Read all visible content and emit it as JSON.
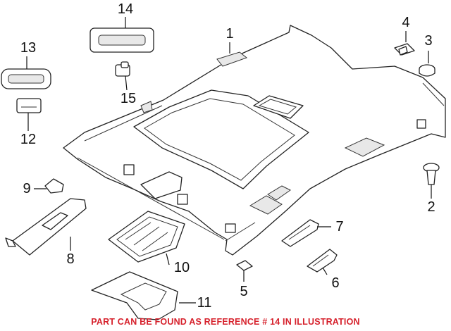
{
  "diagram": {
    "callouts": {
      "c1": "1",
      "c2": "2",
      "c3": "3",
      "c4": "4",
      "c5": "5",
      "c6": "6",
      "c7": "7",
      "c8": "8",
      "c9": "9",
      "c10": "10",
      "c11": "11",
      "c12": "12",
      "c13": "13",
      "c14": "14",
      "c15": "15"
    },
    "notice": "PART CAN BE FOUND AS REFERENCE # 14 IN ILLUSTRATION",
    "colors": {
      "notice": "#d6202b",
      "line": "#222222"
    }
  }
}
